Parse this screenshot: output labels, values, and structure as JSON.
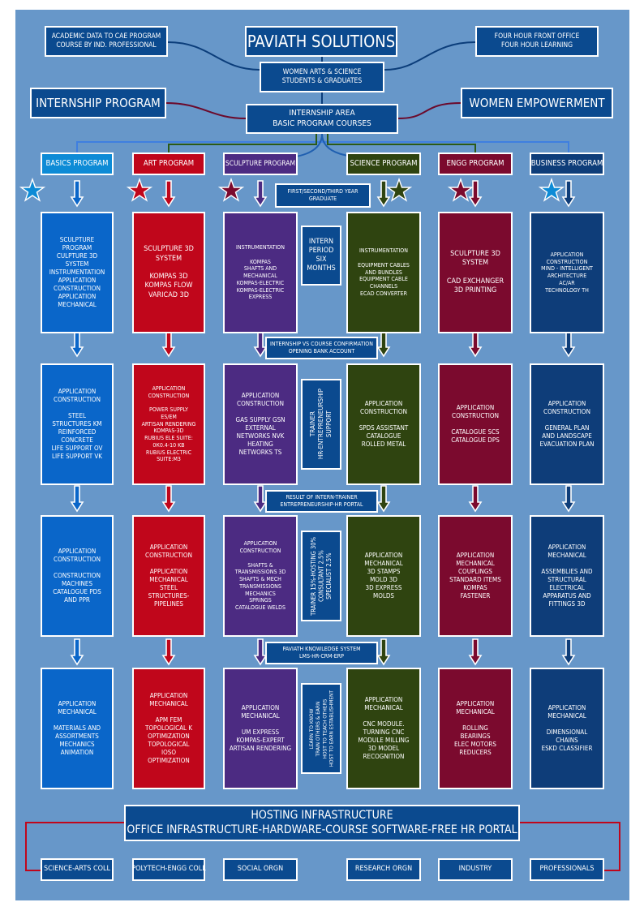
{
  "title": "PAVIATH SOLUTIONS",
  "top_left": [
    "ACADEMIC DATA TO CAE PROGRAM",
    "COURSE BY IND. PROFESSIONAL"
  ],
  "top_right": [
    "FOUR HOUR FRONT OFFICE",
    "FOUR HOUR LEARNING"
  ],
  "women_box": [
    "WOMEN ARTS & SCIENCE",
    "STUDENTS & GRADUATES"
  ],
  "internship_program": "INTERNSHIP PROGRAM",
  "women_empowerment": "WOMEN EMPOWERMENT",
  "internship_area": [
    "INTERNSHIP AREA",
    "BASIC PROGRAM COURSES"
  ],
  "programs": [
    "BASICS PROGRAM",
    "ART PROGRAM",
    "SCULPTURE PROGRAM",
    "SCIENCE PROGRAM",
    "ENGG PROGRAM",
    "BUSINESS PROGRAM"
  ],
  "graduate_note": [
    "FIRST/SECOND/THIRD YEAR",
    "GRADUATE"
  ],
  "intern_period": [
    "INTERN",
    "PERIOD",
    "SIX",
    "MONTHS"
  ],
  "confirm_note": [
    "INTERNSHIP VS COURSE CONFIRMATION",
    "OPENING BANK ACCOUNT"
  ],
  "trainer_note": [
    "TRAINER",
    "HR-ENTREPRENEURSHIP",
    "SUPPORT"
  ],
  "result_note": [
    "RESULT OF INTERN-TRAINER",
    "ENTREPRENEURSHIP-HR PORTAL"
  ],
  "revenue_note": [
    "TRAINER 15%-HOSTING 30%",
    "CONSULTANT 2.5%",
    "SPECIALIST 2.5%"
  ],
  "knowledge_note": [
    "PAVIATH KNOWLEDGE SYSTEM",
    "LMS-HR-CRM-ERP"
  ],
  "learn_note": [
    "LEARN TO KNOW",
    "TRAIN OTHERS & EARN",
    "HOST TO TEACH OTHERS",
    "HOST TO EARN ESTABLISHMENT"
  ],
  "rows": [
    [
      [
        "SCULPTURE",
        "PROGRAM",
        "CULPTURE 3D",
        "SYSTEM",
        "INSTRUMENTATION",
        "APPLICATION",
        "CONSTRUCTION",
        "APPLICATION",
        "MECHANICAL"
      ],
      [
        "SCULPTURE 3D",
        "SYSTEM",
        "",
        "KOMPAS 3D",
        "KOMPAS FLOW",
        "VARICAD 3D"
      ],
      [
        "INSTRUMENTATION",
        "",
        "KOMPAS",
        "SHAFTS AND",
        "MECHANICAL",
        "KOMPAS-ELECTRIC",
        "KOMPAS-ELECTRIC",
        "EXPRESS"
      ],
      [
        "INSTRUMENTATION",
        "",
        "EQUIPMENT CABLES",
        "AND BUNDLES",
        "EQUIPMENT CABLE",
        "CHANNELS",
        "ECAD CONVERTER"
      ],
      [
        "SCULPTURE 3D",
        "SYSTEM",
        "",
        "CAD EXCHANGER",
        "3D PRINTING"
      ],
      [
        "APPLICATION",
        "CONSTRUCTION",
        "MIND - INTELLIGENT",
        "ARCHITECTURE",
        "AC/AR",
        "TECHNOLOGY TH"
      ]
    ],
    [
      [
        "APPLICATION",
        "CONSTRUCTION",
        "",
        "STEEL",
        "STRUCTURES KM",
        "REINFORCED",
        "CONCRETE",
        "LIFE SUPPORT OV",
        "LIFE SUPPORT VK"
      ],
      [
        "APPLICATION",
        "CONSTRUCTION",
        "",
        "POWER SUPPLY",
        "ES/EM",
        "ARTISAN RENDERING",
        "KOMPAS-3D",
        "RUBIUS ELE SUITE:",
        "0к0.4-10 KB",
        "RUBIUS ELECTRIC",
        "SUITE:M3"
      ],
      [
        "APPLICATION",
        "CONSTRUCTION",
        "",
        "GAS SUPPLY GSN",
        "EXTERNAL",
        "NETWORKS NVK",
        "HEATING",
        "NETWORKS TS"
      ],
      [
        "APPLICATION",
        "CONSTRUCTION",
        "",
        "SPDS ASSISTANT",
        "CATALOGUE",
        "ROLLED METAL"
      ],
      [
        "APPLICATION",
        "CONSTRUCTION",
        "",
        "CATALOGUE SCS",
        "CATALOGUE DPS"
      ],
      [
        "APPLICATION",
        "CONSTRUCTION",
        "",
        "GENERAL PLAN",
        "AND LANDSCAPE",
        "EVACUATION PLAN"
      ]
    ],
    [
      [
        "APPLICATION",
        "CONSTRUCTION",
        "",
        "CONSTRUCTION",
        "MACHINES",
        "CATALOGUE PDS",
        "AND PPR"
      ],
      [
        "APPLICATION",
        "CONSTRUCTION",
        "",
        "APPLICATION",
        "MECHANICAL",
        "STEEL",
        "STRUCTURES-",
        "PIPELINES"
      ],
      [
        "APPLICATION",
        "CONSTRUCTION",
        "",
        "SHAFTS &",
        "TRANSMISSIONS 3D",
        "SHAFTS & MECH",
        "TRANSMISSIONS",
        "MECHANICS",
        "SPRINGS",
        "CATALOGUE WELDS"
      ],
      [
        "APPLICATION",
        "MECHANICAL",
        "3D STAMPS",
        "MOLD 3D",
        "3D EXPRESS",
        "MOLDS"
      ],
      [
        "APPLICATION",
        "MECHANICAL",
        "COUPLINGS",
        "STANDARD ITEMS",
        "KOMPAS",
        "FASTENER"
      ],
      [
        "APPLICATION",
        "MECHANICAL",
        "",
        "ASSEMBLIES AND",
        "STRUCTURAL",
        "ELECTRICAL",
        "APPARATUS AND",
        "FITTINGS 3D"
      ]
    ],
    [
      [
        "APPLICATION",
        "MECHANICAL",
        "",
        "MATERIALS AND",
        "ASSORTMENTS",
        "MECHANICS",
        "ANIMATION"
      ],
      [
        "APPLICATION",
        "MECHANICAL",
        "",
        "APM FEM",
        "TOPOLOGICAL K",
        "OPTIMIZATION",
        "TOPOLOGICAL",
        "IOSO",
        "OPTIMIZATION"
      ],
      [
        "APPLICATION",
        "MECHANICAL",
        "",
        "UM EXPRESS",
        "KOMPAS-EXPERT",
        "ARTISAN RENDERING"
      ],
      [
        "APPLICATION",
        "MECHANICAL",
        "",
        "CNC MODULE.",
        "TURNING CNC",
        "MODULE MILLING",
        "3D MODEL",
        "RECOGNITION"
      ],
      [
        "APPLICATION",
        "MECHANICAL",
        "",
        "ROLLING",
        "BEARINGS",
        "ELEC MOTORS",
        "REDUCERS"
      ],
      [
        "APPLICATION",
        "MECHANICAL",
        "",
        "DIMENSIONAL",
        "CHAINS",
        "ESKD CLASSIFIER"
      ]
    ]
  ],
  "hosting": [
    "HOSTING INFRASTRUCTURE",
    "OFFICE INFRASTRUCTURE-HARDWARE-COURSE SOFTWARE-FREE HR PORTAL"
  ],
  "bottom": [
    "SCIENCE-ARTS COLL",
    "POLYTECH-ENGG COLL",
    "SOCIAL ORGN",
    "RESEARCH ORGN",
    "INDUSTRY",
    "PROFESSIONALS"
  ]
}
